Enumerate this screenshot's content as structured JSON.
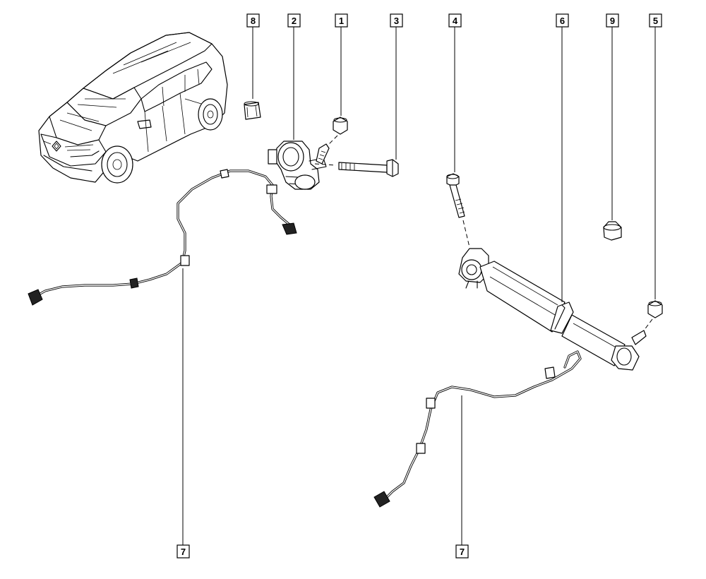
{
  "callouts": [
    {
      "id": "c8",
      "label": "8"
    },
    {
      "id": "c2",
      "label": "2"
    },
    {
      "id": "c1",
      "label": "1"
    },
    {
      "id": "c3",
      "label": "3"
    },
    {
      "id": "c4",
      "label": "4"
    },
    {
      "id": "c6",
      "label": "6"
    },
    {
      "id": "c9",
      "label": "9"
    },
    {
      "id": "c5",
      "label": "5"
    },
    {
      "id": "c7a",
      "label": "7"
    },
    {
      "id": "c7b",
      "label": "7"
    }
  ]
}
